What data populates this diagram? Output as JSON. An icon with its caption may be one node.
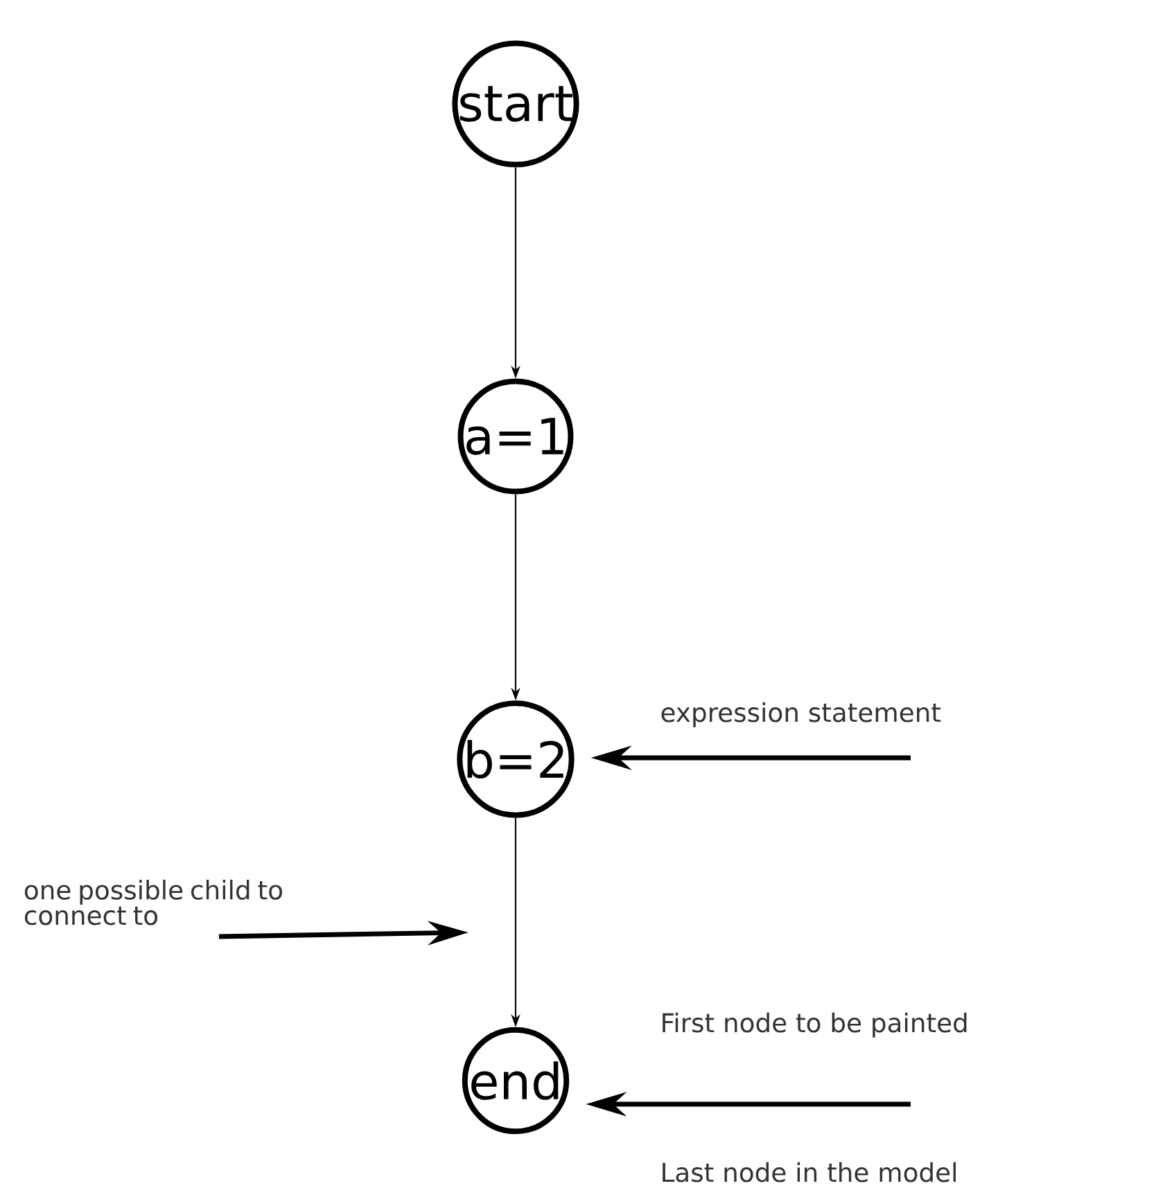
{
  "diagram": {
    "nodes": [
      {
        "text": [
          "start"
        ]
      },
      {
        "text": [
          "a=1"
        ]
      },
      {
        "text": [
          "b=2"
        ]
      },
      {
        "text": [
          "end"
        ]
      },
      {
        "text": [
          "one possible child to connect to"
        ]
      }
    ],
    "edges": [
      {
        "from": 0,
        "to": 1,
        "arrow": "to"
      },
      {
        "from": 1,
        "to": 2,
        "arrow": "to"
      },
      {
        "from": 2,
        "to": 3,
        "arrow": "to"
      },
      {
        "from": null,
        "to": 2,
        "arrow": "to",
        "style": "thick"
      },
      {
        "from": 4,
        "to": null,
        "arrow": "to",
        "style": "thick"
      },
      {
        "from": null,
        "to": 3,
        "arrow": "to",
        "style": "thick"
      }
    ],
    "labels": [
      "expression statement",
      "First node to be painted",
      "Last node in the model"
    ]
  }
}
